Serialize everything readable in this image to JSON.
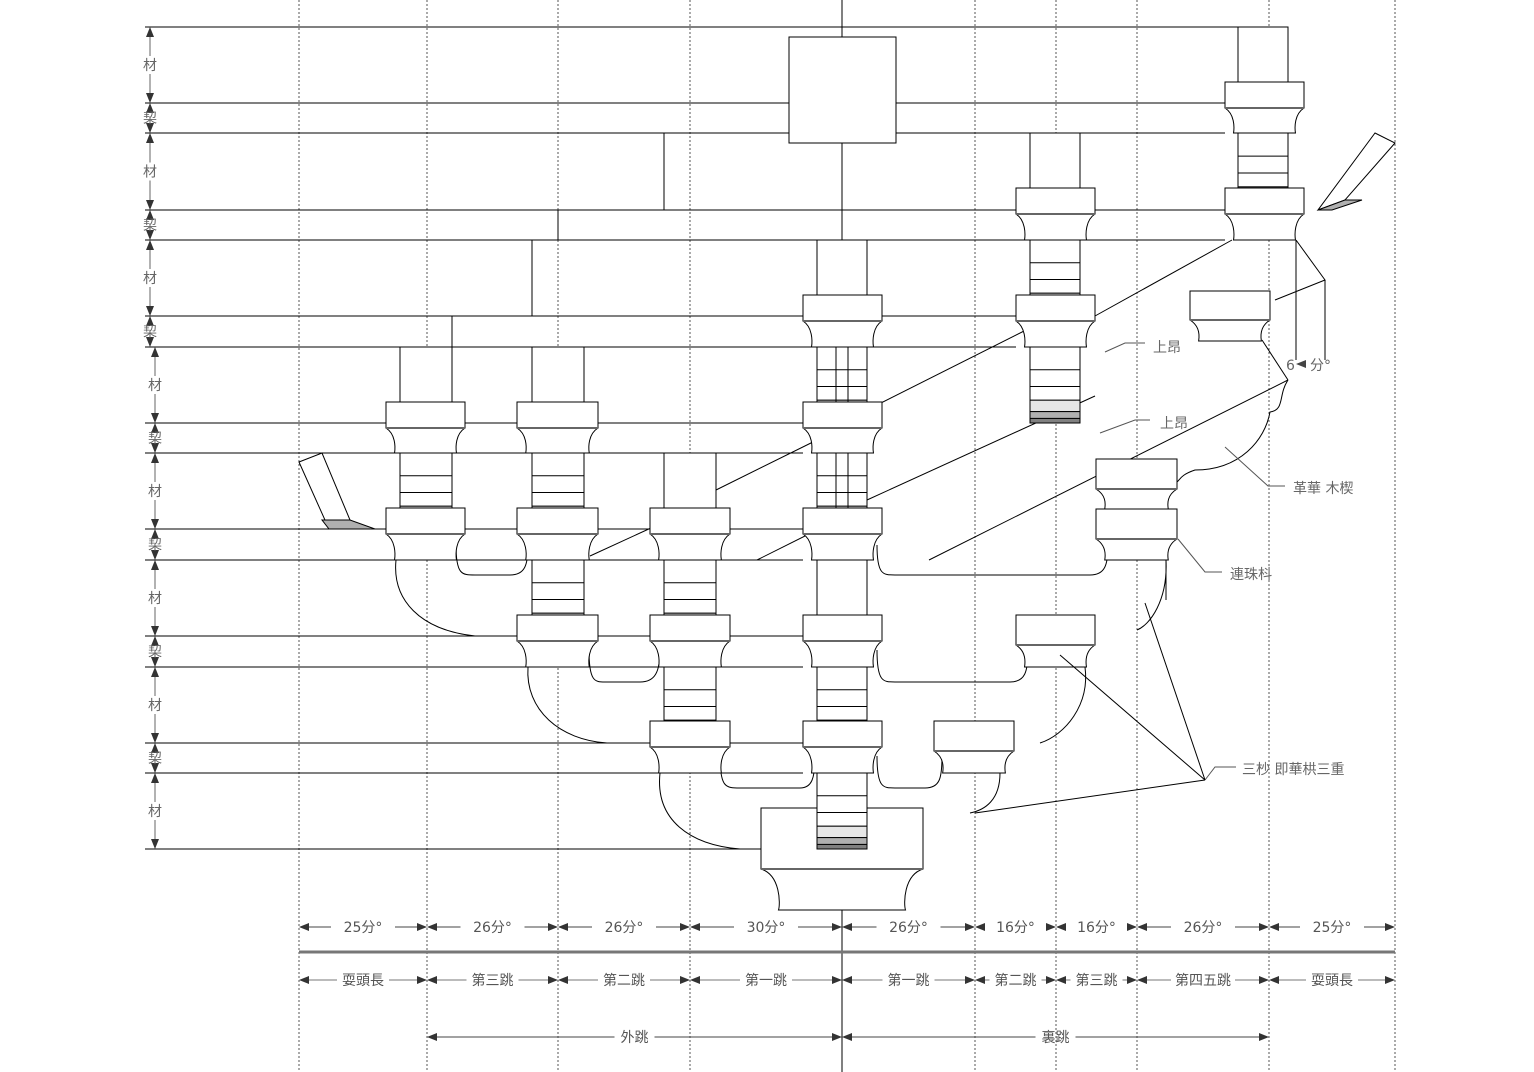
{
  "left_labels": [
    "材",
    "栔",
    "材",
    "栔",
    "材",
    "栔",
    "材",
    "栔",
    "材",
    "栔",
    "材",
    "栔",
    "材",
    "栔",
    "材"
  ],
  "dimensions": [
    "25分°",
    "26分°",
    "26分°",
    "30分°",
    "26分°",
    "16分°",
    "16分°",
    "26分°",
    "25分°"
  ],
  "segments": [
    "耍頭長",
    "第三跳",
    "第二跳",
    "第一跳",
    "第一跳",
    "第二跳",
    "第三跳",
    "第四五跳",
    "耍頭長"
  ],
  "spans": {
    "outer": "外跳",
    "inner": "裏跳"
  },
  "annotations": {
    "upper_ang_1": "上昂",
    "upper_ang_2": "上昂",
    "wedge": "革華 木楔",
    "linked_dou": "連珠枓",
    "triple_arm": "三杪 即華栱三重",
    "offset_value": "6",
    "offset_unit": "分°"
  },
  "colors": {
    "line": "#000000",
    "dim": "#555555",
    "band_light": "#e6e6e6",
    "band_mid": "#b0b0b0",
    "band_dark": "#808080"
  }
}
